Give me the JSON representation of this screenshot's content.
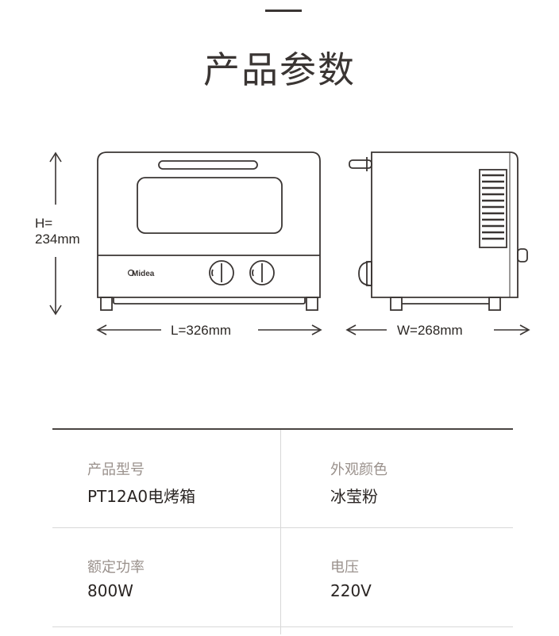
{
  "page": {
    "title": "产品参数"
  },
  "dimensions": {
    "height_label_line1": "H=",
    "height_label_line2": "234mm",
    "length_label": "L=326mm",
    "width_label": "W=268mm",
    "brand_logo_text": "Midea"
  },
  "specs": {
    "rows": [
      [
        {
          "label": "产品型号",
          "value": "PT12A0电烤箱"
        },
        {
          "label": "外观颜色",
          "value": "冰莹粉"
        }
      ],
      [
        {
          "label": "额定功率",
          "value": "800W"
        },
        {
          "label": "电压",
          "value": "220V"
        }
      ]
    ]
  },
  "colors": {
    "line": "#3a3533",
    "label_gray": "#9a918c",
    "divider": "#d8d8d8"
  }
}
